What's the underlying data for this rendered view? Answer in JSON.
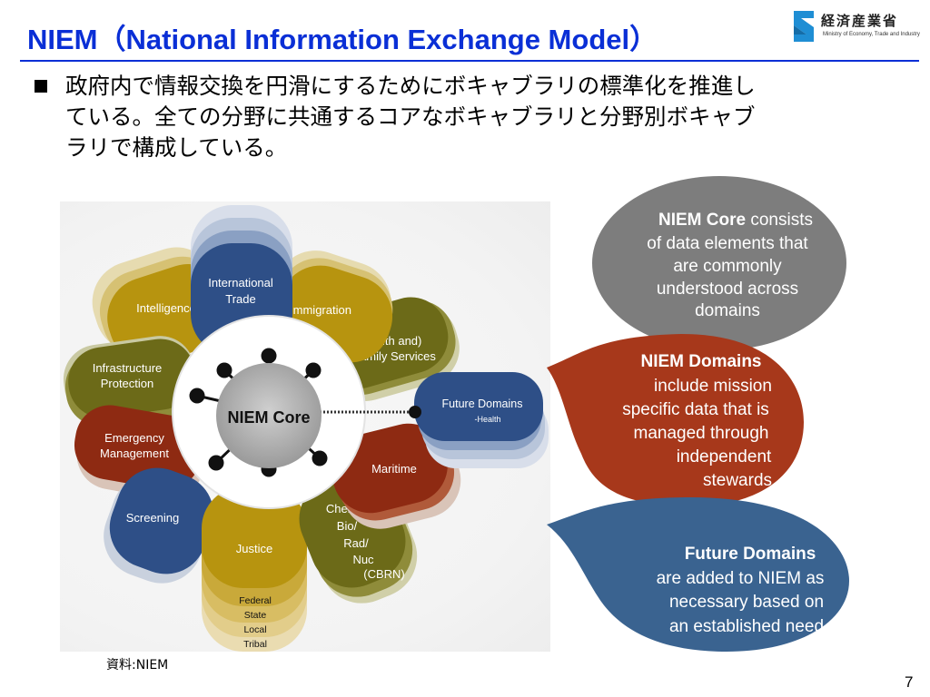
{
  "header": {
    "title": "NIEM（National Information Exchange Model）",
    "logo_ja": "経済産業省",
    "logo_en": "Ministry of Economy, Trade and Industry"
  },
  "bullet": {
    "lines": [
      "政府内で情報交換を円滑にするためにボキャブラリの標準化を推進し",
      "ている。全ての分野に共通するコアなボキャブラリと分野別ボキャブ",
      "ラリで構成している。"
    ]
  },
  "diagram": {
    "core_label": "NIEM Core",
    "petals": [
      {
        "key": "trade",
        "lines": [
          "International",
          "Trade"
        ]
      },
      {
        "key": "immigration",
        "lines": [
          "Immigration"
        ]
      },
      {
        "key": "family",
        "lines": [
          "(Youth and)",
          "Family Services"
        ]
      },
      {
        "key": "maritime",
        "lines": [
          "Maritime"
        ]
      },
      {
        "key": "cbrn",
        "lines": [
          "Chem/",
          "Bio/",
          "Rad/",
          "Nuc",
          "(CBRN)"
        ]
      },
      {
        "key": "justice",
        "lines": [
          "Justice"
        ]
      },
      {
        "key": "screening",
        "lines": [
          "Screening"
        ]
      },
      {
        "key": "emergency",
        "lines": [
          "Emergency",
          "Management"
        ]
      },
      {
        "key": "infrastructure",
        "lines": [
          "Infrastructure",
          "Protection"
        ]
      },
      {
        "key": "intelligence",
        "lines": [
          "Intelligence"
        ]
      }
    ],
    "future": {
      "title": "Future Domains",
      "sub": "-Health"
    },
    "justice_levels": [
      "Federal",
      "State",
      "Local",
      "Tribal"
    ]
  },
  "callouts": {
    "core": {
      "bold": "NIEM Core",
      "lines": [
        "consists",
        "of data elements that",
        "are commonly",
        "understood across",
        "domains"
      ]
    },
    "domains": {
      "lines": [
        "NIEM Domains",
        "include mission",
        "specific data that is",
        "managed through",
        "independent",
        "stewards"
      ]
    },
    "future": {
      "lines": [
        "Future Domains",
        "are added to NIEM as",
        "necessary based on",
        "an established need"
      ]
    }
  },
  "colors": {
    "title_blue": "#0a2fd6",
    "navy": "#2e4f87",
    "gold": "#b7940f",
    "olive": "#6c6a18",
    "rust": "#8e2a12",
    "callout_gray": "#7d7d7d",
    "callout_rust": "#a7381b",
    "callout_blue": "#3a6390"
  },
  "footer": {
    "source": "資料:NIEM",
    "page": "7"
  }
}
